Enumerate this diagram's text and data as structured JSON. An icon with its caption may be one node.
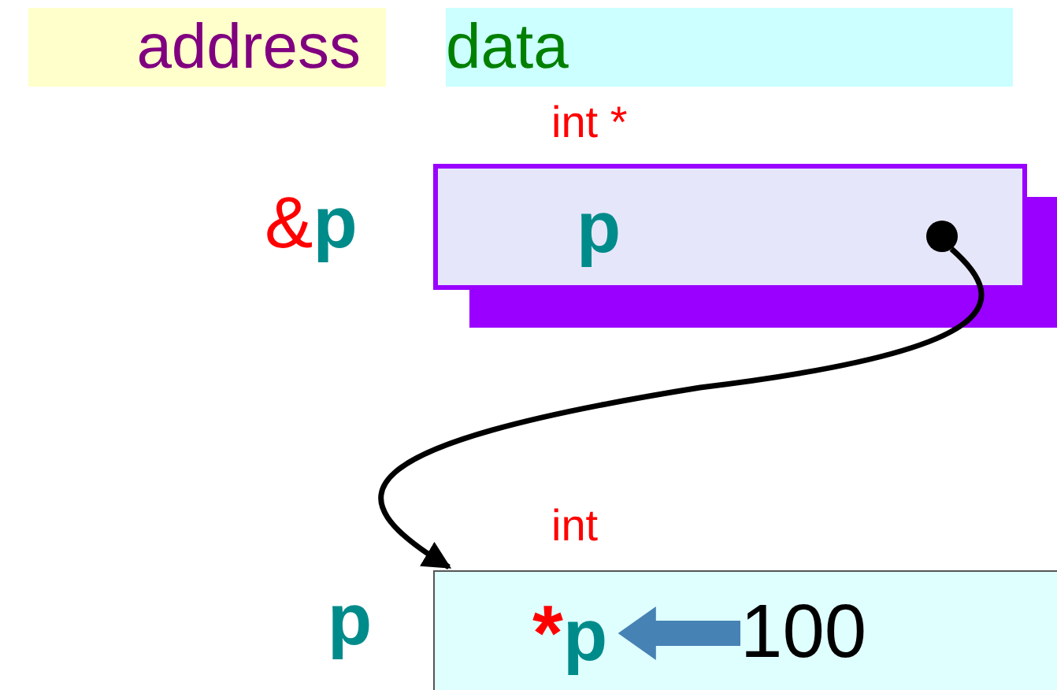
{
  "diagram": {
    "nodes": [
      {
        "text": [
          "address"
        ]
      },
      {
        "text": [
          "data"
        ]
      },
      {
        "text": [
          "p"
        ],
        "beside": [
          "int *",
          "&p"
        ]
      },
      {
        "text": [],
        "shape": "circle",
        "in": 2
      },
      {
        "text": [],
        "shape": "box",
        "beside": [
          "int",
          "p"
        ]
      },
      {
        "text": [
          "*p"
        ],
        "in": 4
      },
      {
        "text": [
          "100"
        ],
        "in": 4
      }
    ],
    "edges": [
      {
        "from": 3,
        "to": 4,
        "arrow": "to"
      },
      {
        "from": 6,
        "to": 5,
        "arrow": "to",
        "style": "thick",
        "color": "#4682b4"
      }
    ]
  }
}
